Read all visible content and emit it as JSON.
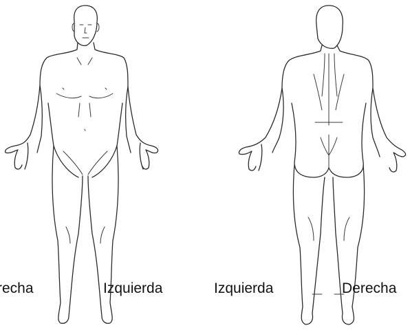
{
  "figure": {
    "front_view": {
      "side_label_right": "recha",
      "side_label_left": "Izquierda"
    },
    "back_view": {
      "side_label_left": "Izquierda",
      "side_label_right": "Derecha"
    }
  },
  "colors": {
    "line": "#2a2a2a",
    "background": "#ffffff",
    "text": "#111111"
  }
}
